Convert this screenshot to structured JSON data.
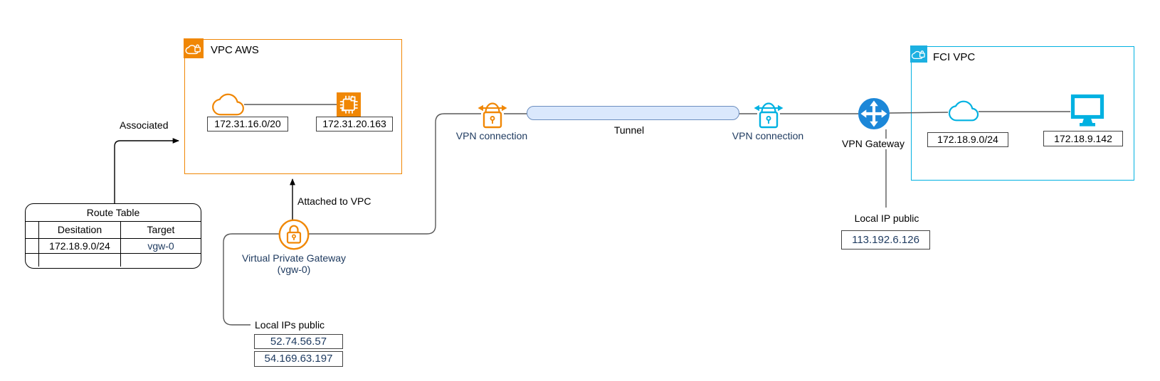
{
  "colors": {
    "aws_orange": "#F08705",
    "fci_cyan": "#00B1E1",
    "gateway_blue": "#1C87D8",
    "tunnel_fill": "#DAE8FC",
    "tunnel_border": "#6C8EBF",
    "label_navy": "#1F3B60",
    "wire_gray": "#595959"
  },
  "vpc_aws": {
    "title": "VPC AWS",
    "subnet_cidr": "172.31.16.0/20",
    "instance_ip": "172.31.20.163"
  },
  "fci_vpc": {
    "title": "FCI VPC",
    "subnet_cidr": "172.18.9.0/24",
    "host_ip": "172.18.9.142"
  },
  "route_table": {
    "title": "Route Table",
    "headers": [
      "Desitation",
      "Target"
    ],
    "rows": [
      {
        "destination": "172.18.9.0/24",
        "target": "vgw-0"
      }
    ]
  },
  "edges": {
    "associated": "Associated",
    "attached_to_vpc": "Attached to VPC",
    "tunnel": "Tunnel"
  },
  "nodes": {
    "vpn_connection_left": "VPN connection",
    "vpn_connection_right": "VPN connection",
    "vpn_gateway": "VPN Gateway",
    "virtual_private_gateway": "Virtual Private Gateway",
    "virtual_private_gateway_id": "(vgw-0)"
  },
  "annotations": {
    "local_ip_public_label": "Local IP public",
    "local_ip_public_value": "113.192.6.126",
    "local_ips_public_label": "Local IPs public",
    "local_ips_public_values": [
      "52.74.56.57",
      "54.169.63.197"
    ]
  }
}
